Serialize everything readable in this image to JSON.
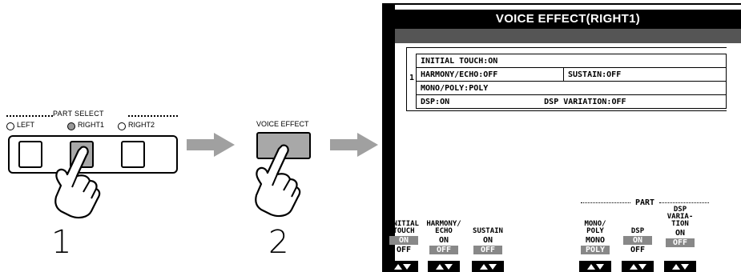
{
  "part_select": {
    "title": "PART SELECT",
    "left": "LEFT",
    "right1": "RIGHT1",
    "right2": "RIGHT2",
    "step": "1"
  },
  "voice_effect": {
    "label": "VOICE EFFECT",
    "step": "2"
  },
  "lcd": {
    "title": "VOICE EFFECT(RIGHT1)",
    "row_number": "1",
    "rows": {
      "initial_touch": "INITIAL TOUCH:ON",
      "harmony_echo": "HARMONY/ECHO:OFF",
      "sustain": "SUSTAIN:OFF",
      "mono_poly": "MONO/POLY:POLY",
      "dsp": "DSP:ON",
      "dsp_variation": "DSP VARIATION:OFF"
    },
    "part_label": "PART",
    "controls": {
      "initial_touch": {
        "head": "INITIAL\nTOUCH",
        "opt1": "ON",
        "opt2": "OFF"
      },
      "harmony_echo": {
        "head": "HARMONY/\nECHO",
        "opt1": "ON",
        "opt2": "OFF"
      },
      "sustain": {
        "head": "SUSTAIN",
        "opt1": "ON",
        "opt2": "OFF"
      },
      "mono_poly": {
        "head": "MONO/\nPOLY",
        "opt1": "MONO",
        "opt2": "POLY"
      },
      "dsp": {
        "head": "DSP",
        "opt1": "ON",
        "opt2": "OFF"
      },
      "dsp_variation": {
        "head": "DSP\nVARIA-\nTION",
        "opt1": "ON",
        "opt2": "OFF"
      }
    }
  },
  "colors": {
    "selected": "#888888",
    "button_lit": "#a8a8a8",
    "arrow_fill": "#a0a0a0"
  },
  "icons": [
    "pointing-hand-icon",
    "arrow-right-icon",
    "led-icon",
    "up-down-arrow-icon"
  ]
}
